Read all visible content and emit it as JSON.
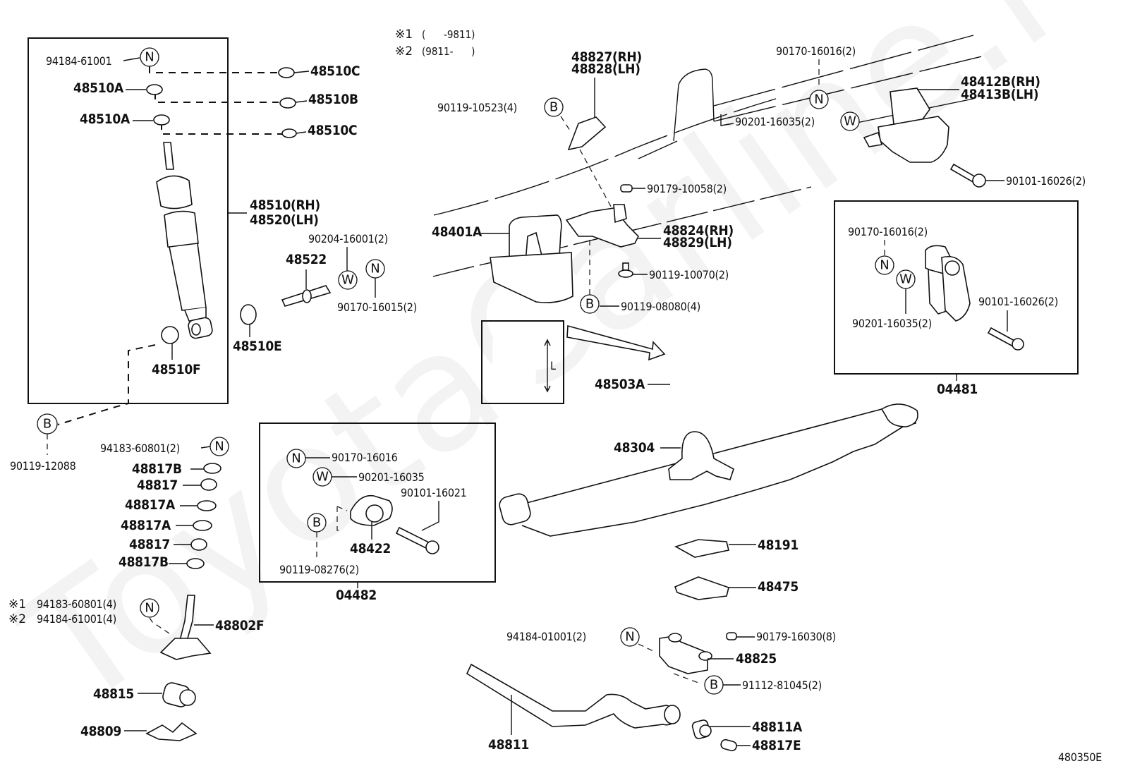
{
  "diagram": {
    "figure_id": "480350E",
    "watermark": "ToyotaCarline.ru",
    "notes": [
      {
        "mark": "※1",
        "range": "(      -9811)"
      },
      {
        "mark": "※2",
        "range": "(9811-      )"
      }
    ],
    "symbols": {
      "N": "N",
      "W": "W",
      "B": "B"
    },
    "shock_box": {
      "nut": "94184-61001",
      "cushion_a1": "48510A",
      "cushion_a2": "48510A",
      "cushion_c1": "48510C",
      "cushion_b": "48510B",
      "cushion_c2": "48510C",
      "absorber_rh": "48510(RH)",
      "absorber_lh": "48520(LH)",
      "bushing_f": "48510F"
    },
    "shock_extra": {
      "bushing_e": "48510E",
      "stud": "48522",
      "washer": "90204-16001(2)",
      "nut": "90170-16015(2)",
      "bolt": "90119-12088"
    },
    "top_center": {
      "bracket_rh": "48827(RH)",
      "bracket_lh": "48828(LH)",
      "bolt": "90119-10523(4)",
      "hanger": "48401A",
      "clip": "90179-10058(2)",
      "seat_rh": "48824(RH)",
      "seat_lh": "48829(LH)",
      "bolt2": "90119-10070(2)",
      "bolt3": "90119-08080(4)"
    },
    "top_right": {
      "nut": "90170-16016(2)",
      "washer": "90201-16035(2)",
      "hanger_rh": "48412B(RH)",
      "hanger_lh": "48413B(LH)",
      "bolt": "90101-16026(2)"
    },
    "kit_04481": {
      "code": "04481",
      "nut": "90170-16016(2)",
      "washer": "90201-16035(2)",
      "bolt": "90101-16026(2)"
    },
    "kit_04482": {
      "code": "04482",
      "nut": "90170-16016",
      "washer": "90201-16035",
      "bolt": "90101-16021",
      "bracket": "48422",
      "bolt2": "90119-08276(2)"
    },
    "leaf_spring": {
      "u_bolt": "48503A",
      "length_mark": "L",
      "bumper": "48304",
      "seat": "48191",
      "plate": "48475"
    },
    "stabilizer_cushions": {
      "nut": "94183-60801(2)",
      "items": [
        "48817B",
        "48817",
        "48817A",
        "48817A",
        "48817",
        "48817B"
      ]
    },
    "stabilizer_link": {
      "nut1": "94183-60801(4)",
      "nut2": "94184-61001(4)",
      "link": "48802F",
      "bushing": "48815",
      "bracket": "48809"
    },
    "stabilizer_bar": {
      "nut": "94184-01001(2)",
      "clip": "90179-16030(8)",
      "bracket": "48825",
      "bolt": "91112-81045(2)",
      "bar": "48811",
      "bushing": "48811A",
      "collar": "48817E"
    }
  }
}
